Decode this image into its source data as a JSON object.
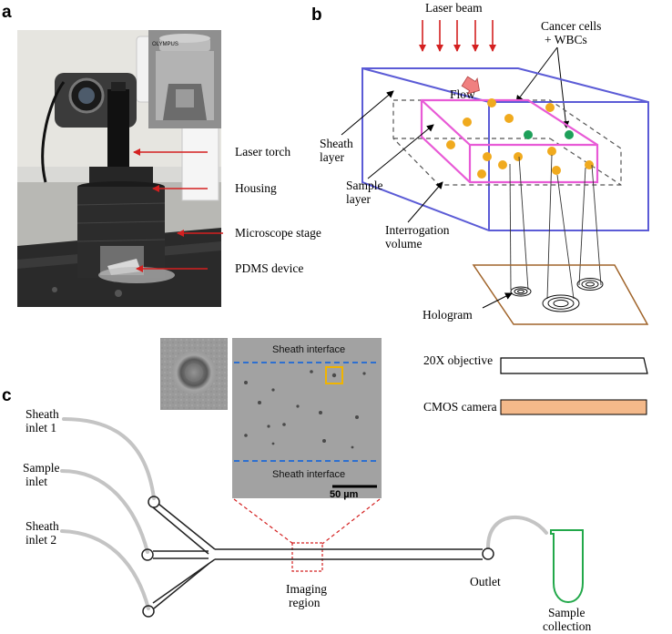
{
  "panels": {
    "a": "a",
    "b": "b",
    "c": "c"
  },
  "panel_a": {
    "labels": {
      "laser_torch": "Laser torch",
      "housing": "Housing",
      "microscope_stage": "Microscope stage",
      "pdms_device": "PDMS device"
    },
    "instrument_brand": "OLYMPUS"
  },
  "panel_b": {
    "laser_beam": "Laser beam",
    "cancer_cells_line1": "Cancer cells",
    "cancer_cells_line2": "+ WBCs",
    "flow": "Flow",
    "sheath_line1": "Sheath",
    "sheath_line2": "layer",
    "sample_line1": "Sample",
    "sample_line2": "layer",
    "interrogation_line1": "Interrogation",
    "interrogation_line2": "volume",
    "hologram": "Hologram",
    "objective": "20X objective",
    "camera": "CMOS camera",
    "colors": {
      "box": "#5b5bd6",
      "sample_layer": "#e85ad6",
      "cancer_cell": "#f0aa1e",
      "wbc": "#1ea05a",
      "laser": "#d42020",
      "hologram_plane": "#a0642a",
      "camera": "#f4b98a"
    }
  },
  "panel_c": {
    "sheath_inlet1_line1": "Sheath",
    "sheath_inlet1_line2": "inlet  1",
    "sample_inlet_line1": "Sample",
    "sample_inlet_line2": "inlet",
    "sheath_inlet2_line1": "Sheath",
    "sheath_inlet2_line2": "inlet 2",
    "imaging_line1": "Imaging",
    "imaging_line2": "region",
    "outlet": "Outlet",
    "collection_line1": "Sample",
    "collection_line2": "collection",
    "sheath_interface_top": "Sheath interface",
    "sheath_interface_bottom": "Sheath interface",
    "scale_bar": "50 µm",
    "colors": {
      "tubing": "#c4c4c4",
      "interface": "#2d6fd0",
      "zoom": "#d42020",
      "highlight": "#f0b400",
      "tube": "#22a84a"
    }
  }
}
